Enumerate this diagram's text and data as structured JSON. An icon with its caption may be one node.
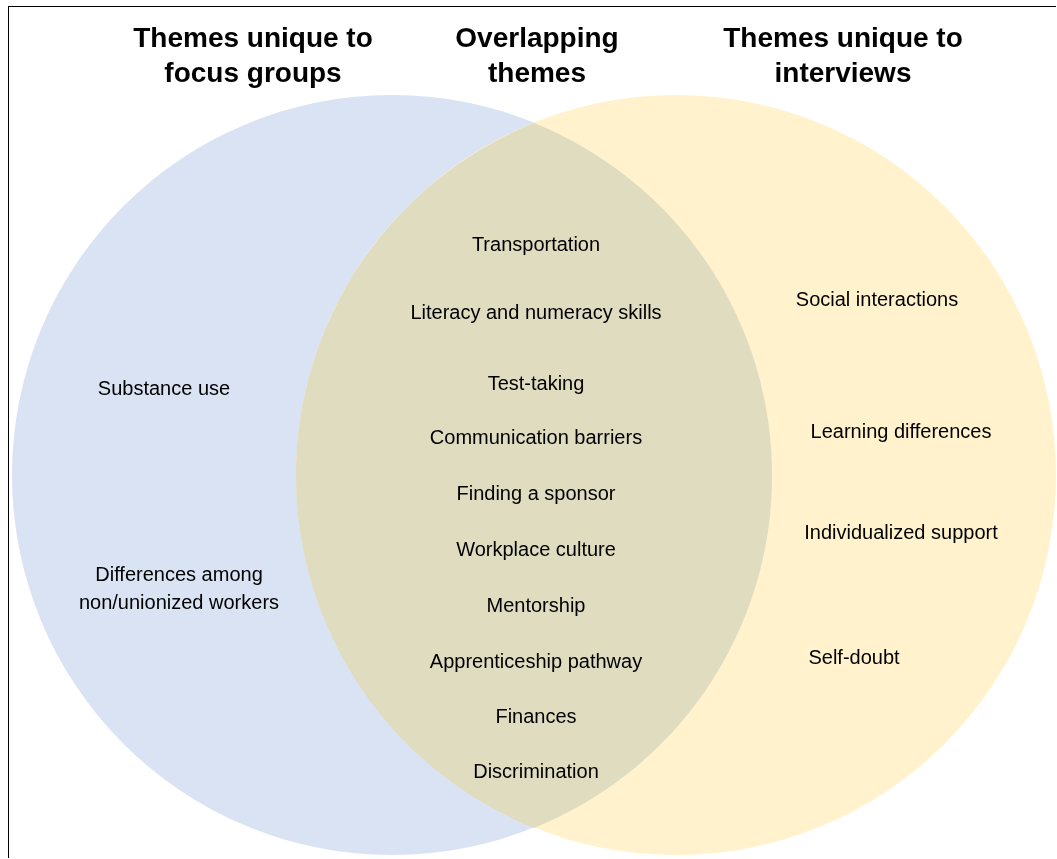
{
  "diagram": {
    "nodes": [
      {
        "text": [
          "Themes unique to focus groups",
          "Substance use",
          "Differences among non/unionized workers"
        ]
      },
      {
        "text": [
          "Themes unique to interviews",
          "Social interactions",
          "Learning differences",
          "Individualized support",
          "Self-doubt"
        ]
      },
      {
        "text": [
          "Overlapping themes",
          "Transportation",
          "Literacy and numeracy skills",
          "Test-taking",
          "Communication barriers",
          "Finding a sponsor",
          "Workplace culture",
          "Mentorship",
          "Apprenticeship pathway",
          "Finances",
          "Discrimination"
        ]
      }
    ],
    "edges": []
  }
}
